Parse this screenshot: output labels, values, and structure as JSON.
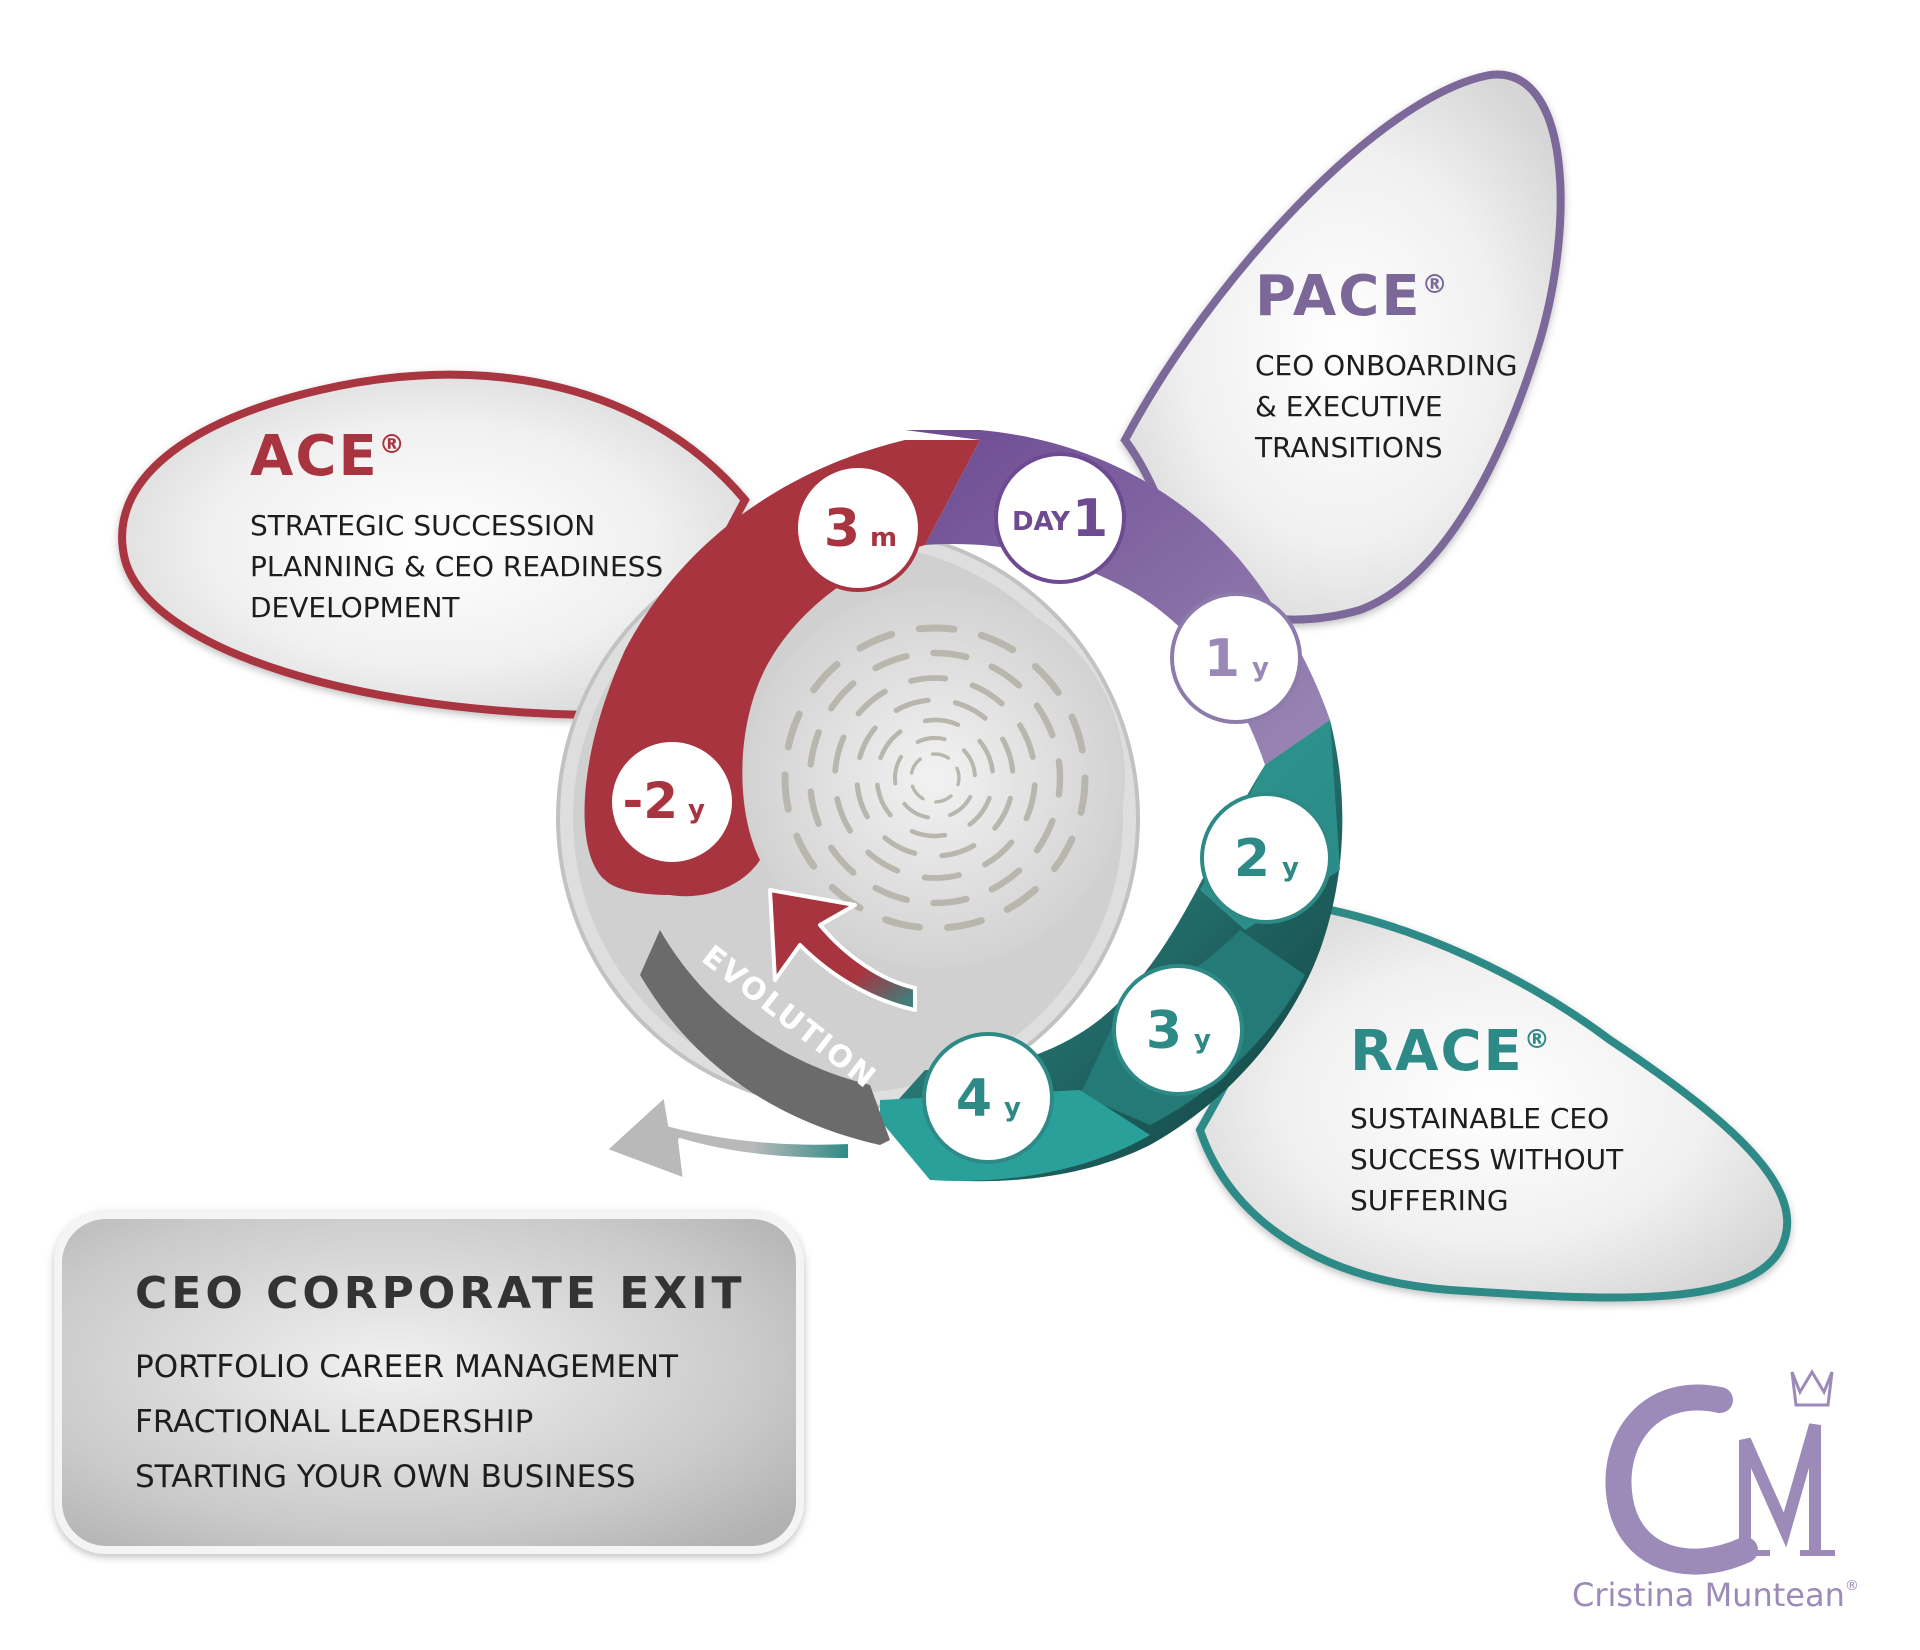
{
  "petals": {
    "ace": {
      "title": "ACE",
      "mark": "®",
      "lines": [
        "STRATEGIC SUCCESSION",
        "PLANNING & CEO READINESS",
        "DEVELOPMENT"
      ]
    },
    "pace": {
      "title": "PACE",
      "mark": "®",
      "lines": [
        "CEO ONBOARDING",
        "& EXECUTIVE",
        "TRANSITIONS"
      ]
    },
    "race": {
      "title": "RACE",
      "mark": "®",
      "lines": [
        "SUSTAINABLE CEO",
        "SUCCESS WITHOUT",
        "SUFFERING"
      ]
    }
  },
  "milestones": [
    {
      "num": "-2",
      "unit": "y"
    },
    {
      "num": "3",
      "unit": "m"
    },
    {
      "num": "1",
      "unit": "DAY"
    },
    {
      "num": "1",
      "unit": "y"
    },
    {
      "num": "2",
      "unit": "y"
    },
    {
      "num": "3",
      "unit": "y"
    },
    {
      "num": "4",
      "unit": "y"
    }
  ],
  "evolution": "EVOLUTION",
  "exit_box": {
    "title": "CEO CORPORATE EXIT",
    "lines": [
      "PORTFOLIO CAREER MANAGEMENT",
      "FRACTIONAL LEADERSHIP",
      "STARTING YOUR OWN BUSINESS"
    ]
  },
  "logo": {
    "monogram": "CM",
    "name": "Cristina Muntean",
    "mark": "®"
  },
  "colors": {
    "ace_red": "#a8343f",
    "pace_purple": "#7b6899",
    "race_teal": "#2e8a86",
    "evolution_gray": "#6b6b6b",
    "logo_lavender": "#9c8bb8"
  }
}
